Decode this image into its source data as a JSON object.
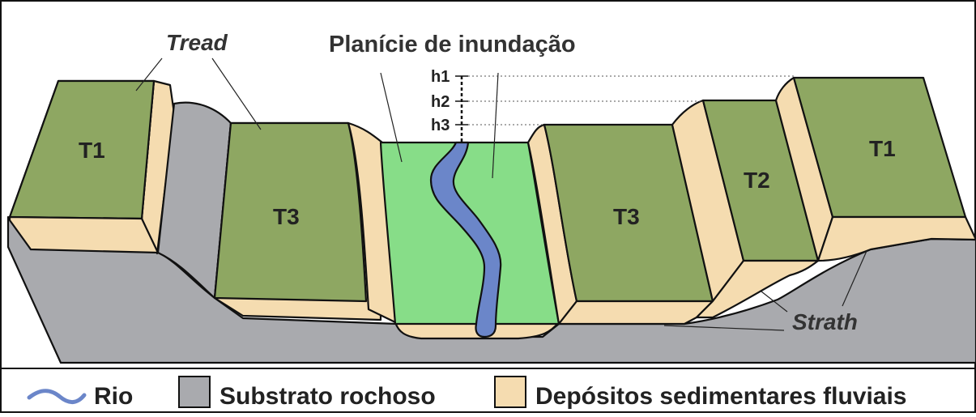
{
  "title": "Planície de inundação",
  "annotations": {
    "tread": "Tread",
    "strath": "Strath"
  },
  "terraces": {
    "t1_left": "T1",
    "t3_left": "T3",
    "t3_right": "T3",
    "t2": "T2",
    "t1_right": "T1"
  },
  "heights": [
    "h1",
    "h2",
    "h3"
  ],
  "legend": {
    "river": "Rio",
    "bedrock": "Substrato rochoso",
    "deposits": "Depósitos sedimentares fluviais"
  },
  "colors": {
    "terrace_top": "#8ea762",
    "floodplain": "#87dd88",
    "river": "#6b86c9",
    "bedrock": "#a9aaae",
    "deposits": "#f5dcb0",
    "outline": "#111111"
  }
}
